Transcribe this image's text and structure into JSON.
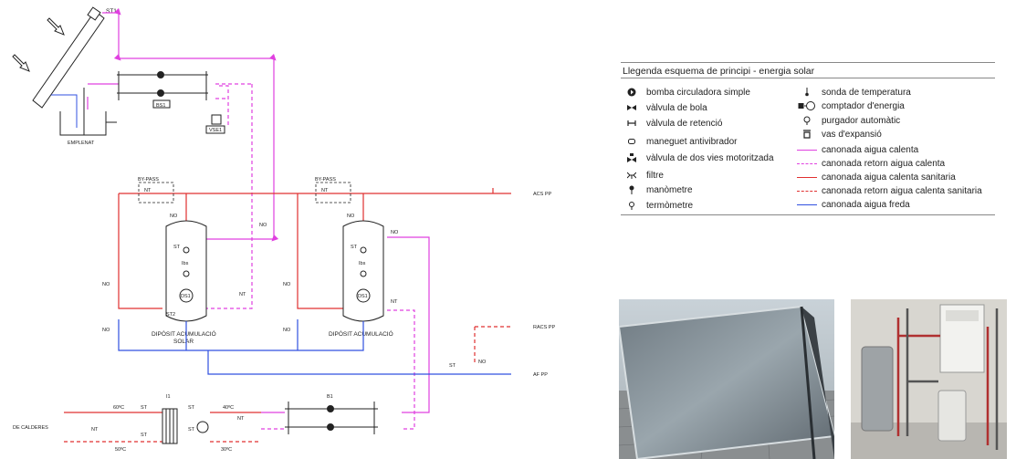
{
  "labels": {
    "st1": "ST1",
    "emplenat": "EMPLENAT",
    "bs1": "BS1",
    "vse1": "VSE1",
    "bypass_1": "BY-PASS",
    "bypass_2": "BY-PASS",
    "nt_bp1": "NT",
    "nt_bp2": "NT",
    "acs_pp": "ACS PP",
    "racs_pp": "RACS PP",
    "af_pp": "AF PP",
    "deposit_solar_1": "DIPÒSIT ACUMULACIÓ",
    "deposit_solar_2": "SOLAR",
    "deposit_acum": "DIPÒSIT ACUMULACIÓ",
    "ds1_a": "DS1",
    "ds1_b": "DS1",
    "st2": "ST2",
    "no_labels": [
      "NO",
      "NO",
      "NO",
      "NO",
      "NO",
      "NO",
      "NO",
      "NO"
    ],
    "nt_labels": [
      "NT",
      "NT"
    ],
    "st_labels": [
      "ST",
      "ST"
    ],
    "ibs_a": "Ibs",
    "ibs_b": "Ibs",
    "de_calderes": "DE CALDERES",
    "i1": "I1",
    "b1": "B1",
    "t60": "60ºC",
    "t50": "50ºC",
    "t40": "40ºC",
    "t30": "30ºC",
    "st_bottom": [
      "ST",
      "ST",
      "ST",
      "ST"
    ],
    "nt_bottom": [
      "NT",
      "NT"
    ],
    "st_af": "ST",
    "no_af": "NO"
  },
  "legend": {
    "title": "Llegenda esquema de principi - energia solar",
    "left": [
      {
        "icon": "pump-icon",
        "text": "bomba circuladora simple"
      },
      {
        "icon": "ball-valve-icon",
        "text": "vàlvula de bola"
      },
      {
        "icon": "check-valve-icon",
        "text": "vàlvula de retenció"
      },
      {
        "icon": "anti-vibration-sleeve-icon",
        "text": "maneguet antivibrador"
      },
      {
        "icon": "motorized-valve-icon",
        "text": "vàlvula de dos vies motoritzada"
      },
      {
        "icon": "filter-icon",
        "text": "filtre"
      },
      {
        "icon": "manometer-icon",
        "text": "manòmetre"
      },
      {
        "icon": "thermometer-icon",
        "text": "termòmetre"
      }
    ],
    "right": [
      {
        "icon": "temperature-probe-icon",
        "text": "sonda de temperatura"
      },
      {
        "icon": "energy-meter-icon",
        "text": "comptador d'energia"
      },
      {
        "icon": "air-vent-icon",
        "text": "purgador automàtic"
      },
      {
        "icon": "expansion-vessel-icon",
        "text": "vas d'expansió"
      },
      {
        "line": "solid",
        "color": "#e040e0",
        "text": "canonada aigua calenta"
      },
      {
        "line": "dashed",
        "color": "#e040e0",
        "text": "canonada retorn aigua calenta"
      },
      {
        "line": "solid",
        "color": "#e03030",
        "text": "canonada aigua calenta sanitaria"
      },
      {
        "line": "dashed",
        "color": "#e03030",
        "text": "canonada retorn aigua calenta sanitaria"
      },
      {
        "line": "solid",
        "color": "#3050e0",
        "text": "canonada aigua freda"
      }
    ]
  },
  "colors": {
    "magenta": "#e040e0",
    "red": "#e03030",
    "blue": "#3050e0",
    "ink": "#222222"
  },
  "photos": [
    {
      "name": "solar-collector-photo"
    },
    {
      "name": "boiler-room-photo"
    }
  ]
}
